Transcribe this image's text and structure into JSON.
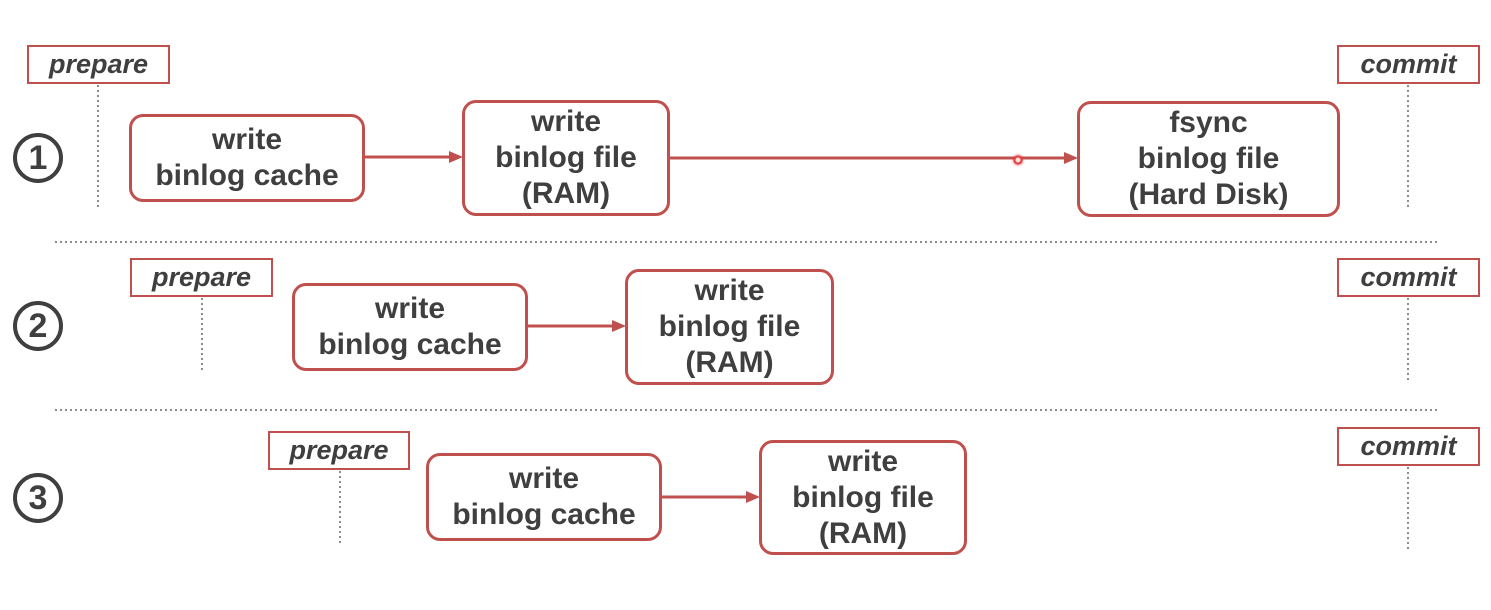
{
  "colors": {
    "accent": "#c0504d",
    "text": "#3f3f3f",
    "separator": "#8c8c8c"
  },
  "rows": [
    {
      "number": "1",
      "prepare": "prepare",
      "commit": "commit",
      "steps": [
        {
          "lines": [
            "write",
            "binlog cache"
          ]
        },
        {
          "lines": [
            "write",
            "binlog file",
            "(RAM)"
          ]
        },
        {
          "lines": [
            "fsync",
            "binlog file",
            "(Hard Disk)"
          ]
        }
      ]
    },
    {
      "number": "2",
      "prepare": "prepare",
      "commit": "commit",
      "steps": [
        {
          "lines": [
            "write",
            "binlog cache"
          ]
        },
        {
          "lines": [
            "write",
            "binlog file",
            "(RAM)"
          ]
        }
      ]
    },
    {
      "number": "3",
      "prepare": "prepare",
      "commit": "commit",
      "steps": [
        {
          "lines": [
            "write",
            "binlog cache"
          ]
        },
        {
          "lines": [
            "write",
            "binlog file",
            "(RAM)"
          ]
        }
      ]
    }
  ]
}
